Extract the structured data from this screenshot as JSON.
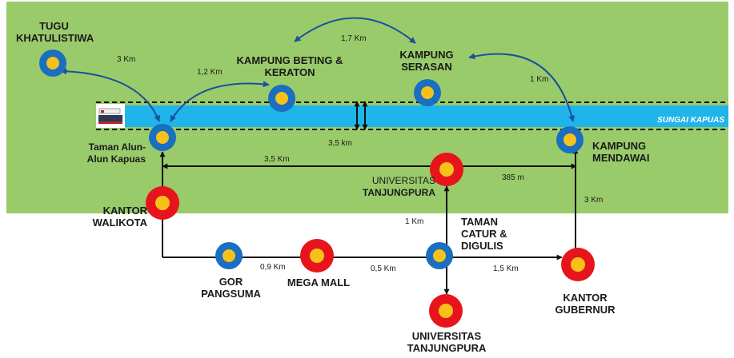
{
  "map": {
    "river_label": "SUNGAI KAPUAS",
    "colors": {
      "land": "#9acb6a",
      "river": "#1fb4ea",
      "route": "#111111",
      "curve_arrow": "#1b4f9c",
      "marker_red": "#e8141c",
      "marker_blue": "#1a6fc1",
      "marker_center": "#f6c21a"
    },
    "places": {
      "tugu": [
        "TUGU",
        "KHATULISTIWA"
      ],
      "beting": [
        "KAMPUNG BETING &",
        "KERATON"
      ],
      "serasan": [
        "KAMPUNG",
        "SERASAN"
      ],
      "taman_alun": [
        "Taman Alun-",
        "Alun Kapuas"
      ],
      "mendawai": [
        "KAMPUNG",
        "MENDAWAI"
      ],
      "untan_top": [
        "UNIVERSITAS",
        "TANJUNGPURA"
      ],
      "walikota": [
        "KANTOR",
        "WALIKOTA"
      ],
      "taman_catur": [
        "TAMAN",
        "CATUR &",
        "DIGULIS"
      ],
      "gor": [
        "GOR",
        "PANGSUMA"
      ],
      "mega_mall": [
        "MEGA MALL"
      ],
      "gubernur": [
        "KANTOR",
        "GUBERNUR"
      ],
      "untan_bottom": [
        "UNIVERSITAS",
        "TANJUNGPURA"
      ]
    },
    "distances": {
      "tugu_alun": "3 Km",
      "alun_beting": "1,2 Km",
      "beting_serasan": "1,7 Km",
      "serasan_mendawai": "1 Km",
      "river_crossing": "3,5 km",
      "alun_mendawai": "3,5 Km",
      "untan_mendawai": "385 m",
      "mendawai_gubernur": "3 Km",
      "catur_untan": "1 Km",
      "gor_mall": "0,9 Km",
      "mall_catur": "0,5 Km",
      "catur_gubernur": "1,5 Km"
    }
  }
}
